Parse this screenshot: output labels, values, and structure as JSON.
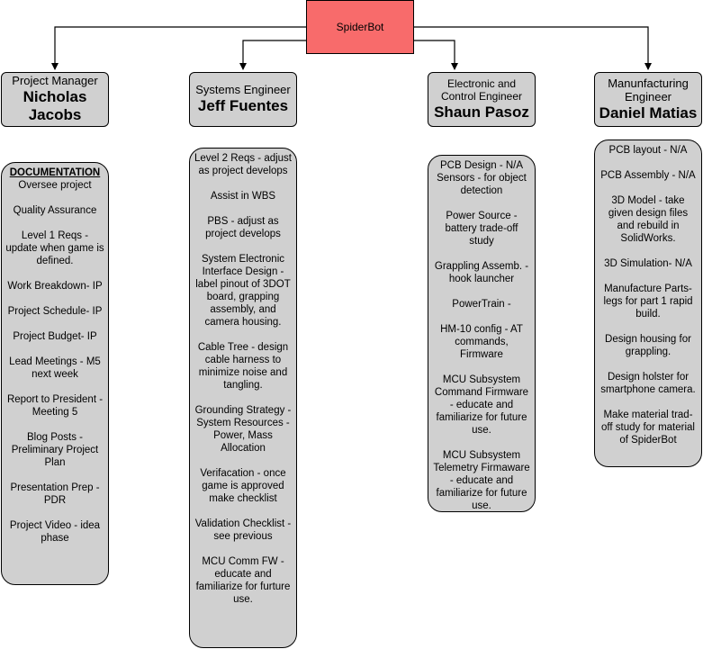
{
  "root": {
    "label": "SpiderBot"
  },
  "roles": [
    {
      "title": "Project Manager",
      "name": "Nicholas Jacobs",
      "heading": "DOCUMENTATION",
      "tasks": [
        "Oversee project",
        "Quality Assurance",
        "Level 1 Reqs - update when game is defined.",
        "Work Breakdown- IP",
        "Project Schedule- IP",
        "Project Budget- IP",
        "Lead Meetings - M5 next week",
        "Report to President - Meeting 5",
        "Blog Posts - Preliminary Project Plan",
        "Presentation Prep - PDR",
        "Project Video - idea phase"
      ]
    },
    {
      "title": "Systems Engineer",
      "name": "Jeff Fuentes",
      "heading": "",
      "tasks": [
        "Level 2 Reqs - adjust as project develops",
        "Assist in WBS",
        "PBS - adjust as project develops",
        "System Electronic Interface Design - label pinout of 3DOT board, grapping assembly, and camera housing.",
        "Cable Tree - design cable harness to minimize noise and tangling.",
        "Grounding Strategy - System Resources - Power, Mass Allocation",
        "Verifacation - once game is approved make checklist",
        "Validation Checklist - see previous",
        "MCU Comm FW - educate and familiarize for furture use."
      ]
    },
    {
      "title": "Electronic and Control Engineer",
      "name": "Shaun Pasoz",
      "heading": "",
      "tasks": [
        "PCB Design - N/A Sensors - for object detection",
        "Power Source - battery trade-off study",
        "Grappling Assemb. - hook launcher",
        "PowerTrain -",
        "HM-10 config - AT commands, Firmware",
        "MCU Subsystem Command Firmware - educate and familiarize for future use.",
        "MCU Subsystem Telemetry Firmaware - educate and familiarize for future use."
      ]
    },
    {
      "title": "Manunfacturing Engineer",
      "name": "Daniel Matias",
      "heading": "",
      "tasks": [
        "PCB layout - N/A",
        "PCB Assembly - N/A",
        "3D Model - take given design files and rebuild in SolidWorks.",
        "3D Simulation- N/A",
        "Manufacture Parts- legs for part 1 rapid build.",
        "Design housing for grappling.",
        "Design holster for smartphone camera.",
        "Make material trad-off study for material of SpiderBot"
      ]
    }
  ]
}
